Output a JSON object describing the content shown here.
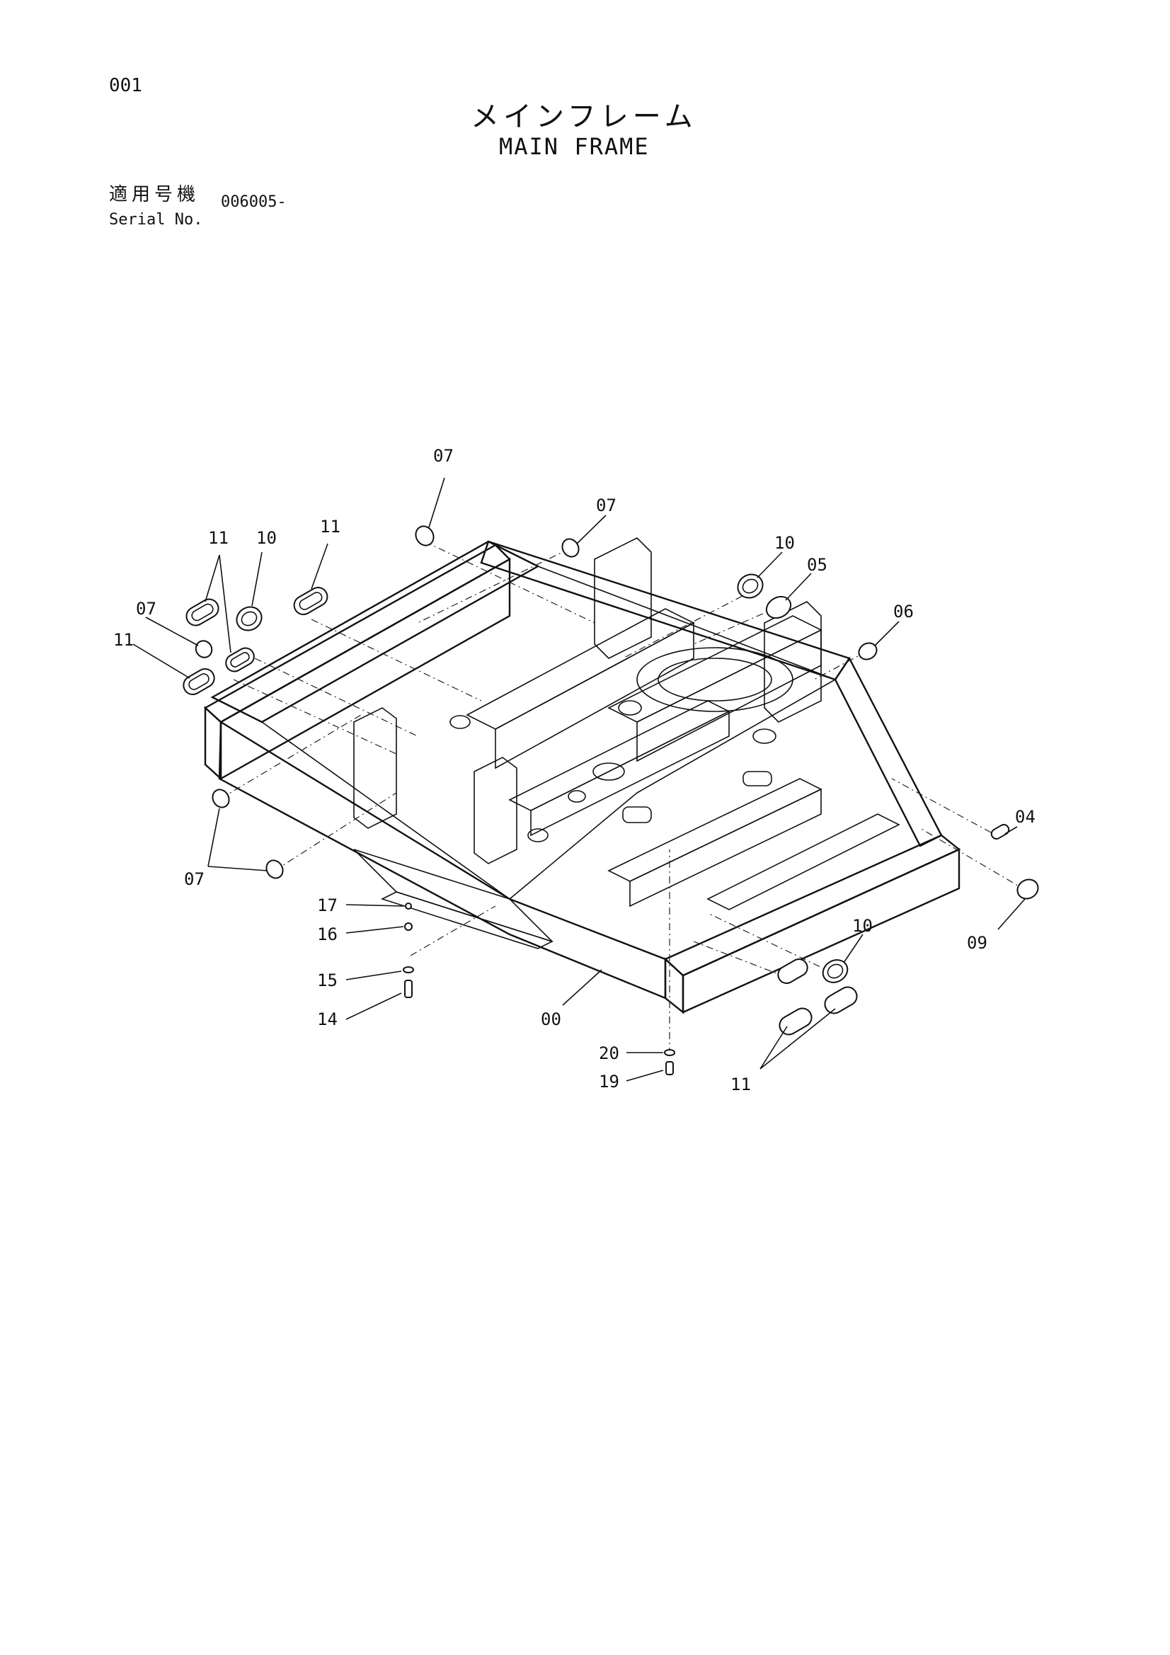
{
  "header": {
    "page_number": "001",
    "title_japanese": "メインフレーム",
    "title_english": "MAIN FRAME",
    "serial_label_japanese": "適用号機",
    "serial_label_english": "Serial No.",
    "serial_value": "006005-"
  },
  "callouts": {
    "c07_top": "07",
    "c07_top2": "07",
    "c10_top": "10",
    "c05": "05",
    "c06": "06",
    "c11_left_top": "11",
    "c10_left": "10",
    "c11_mid": "11",
    "c07_left": "07",
    "c11_left": "11",
    "c04": "04",
    "c09": "09",
    "c07_bottom": "07",
    "c17": "17",
    "c16": "16",
    "c15": "15",
    "c14": "14",
    "c00": "00",
    "c10_right": "10",
    "c20": "20",
    "c19": "19",
    "c11_bottom": "11"
  }
}
